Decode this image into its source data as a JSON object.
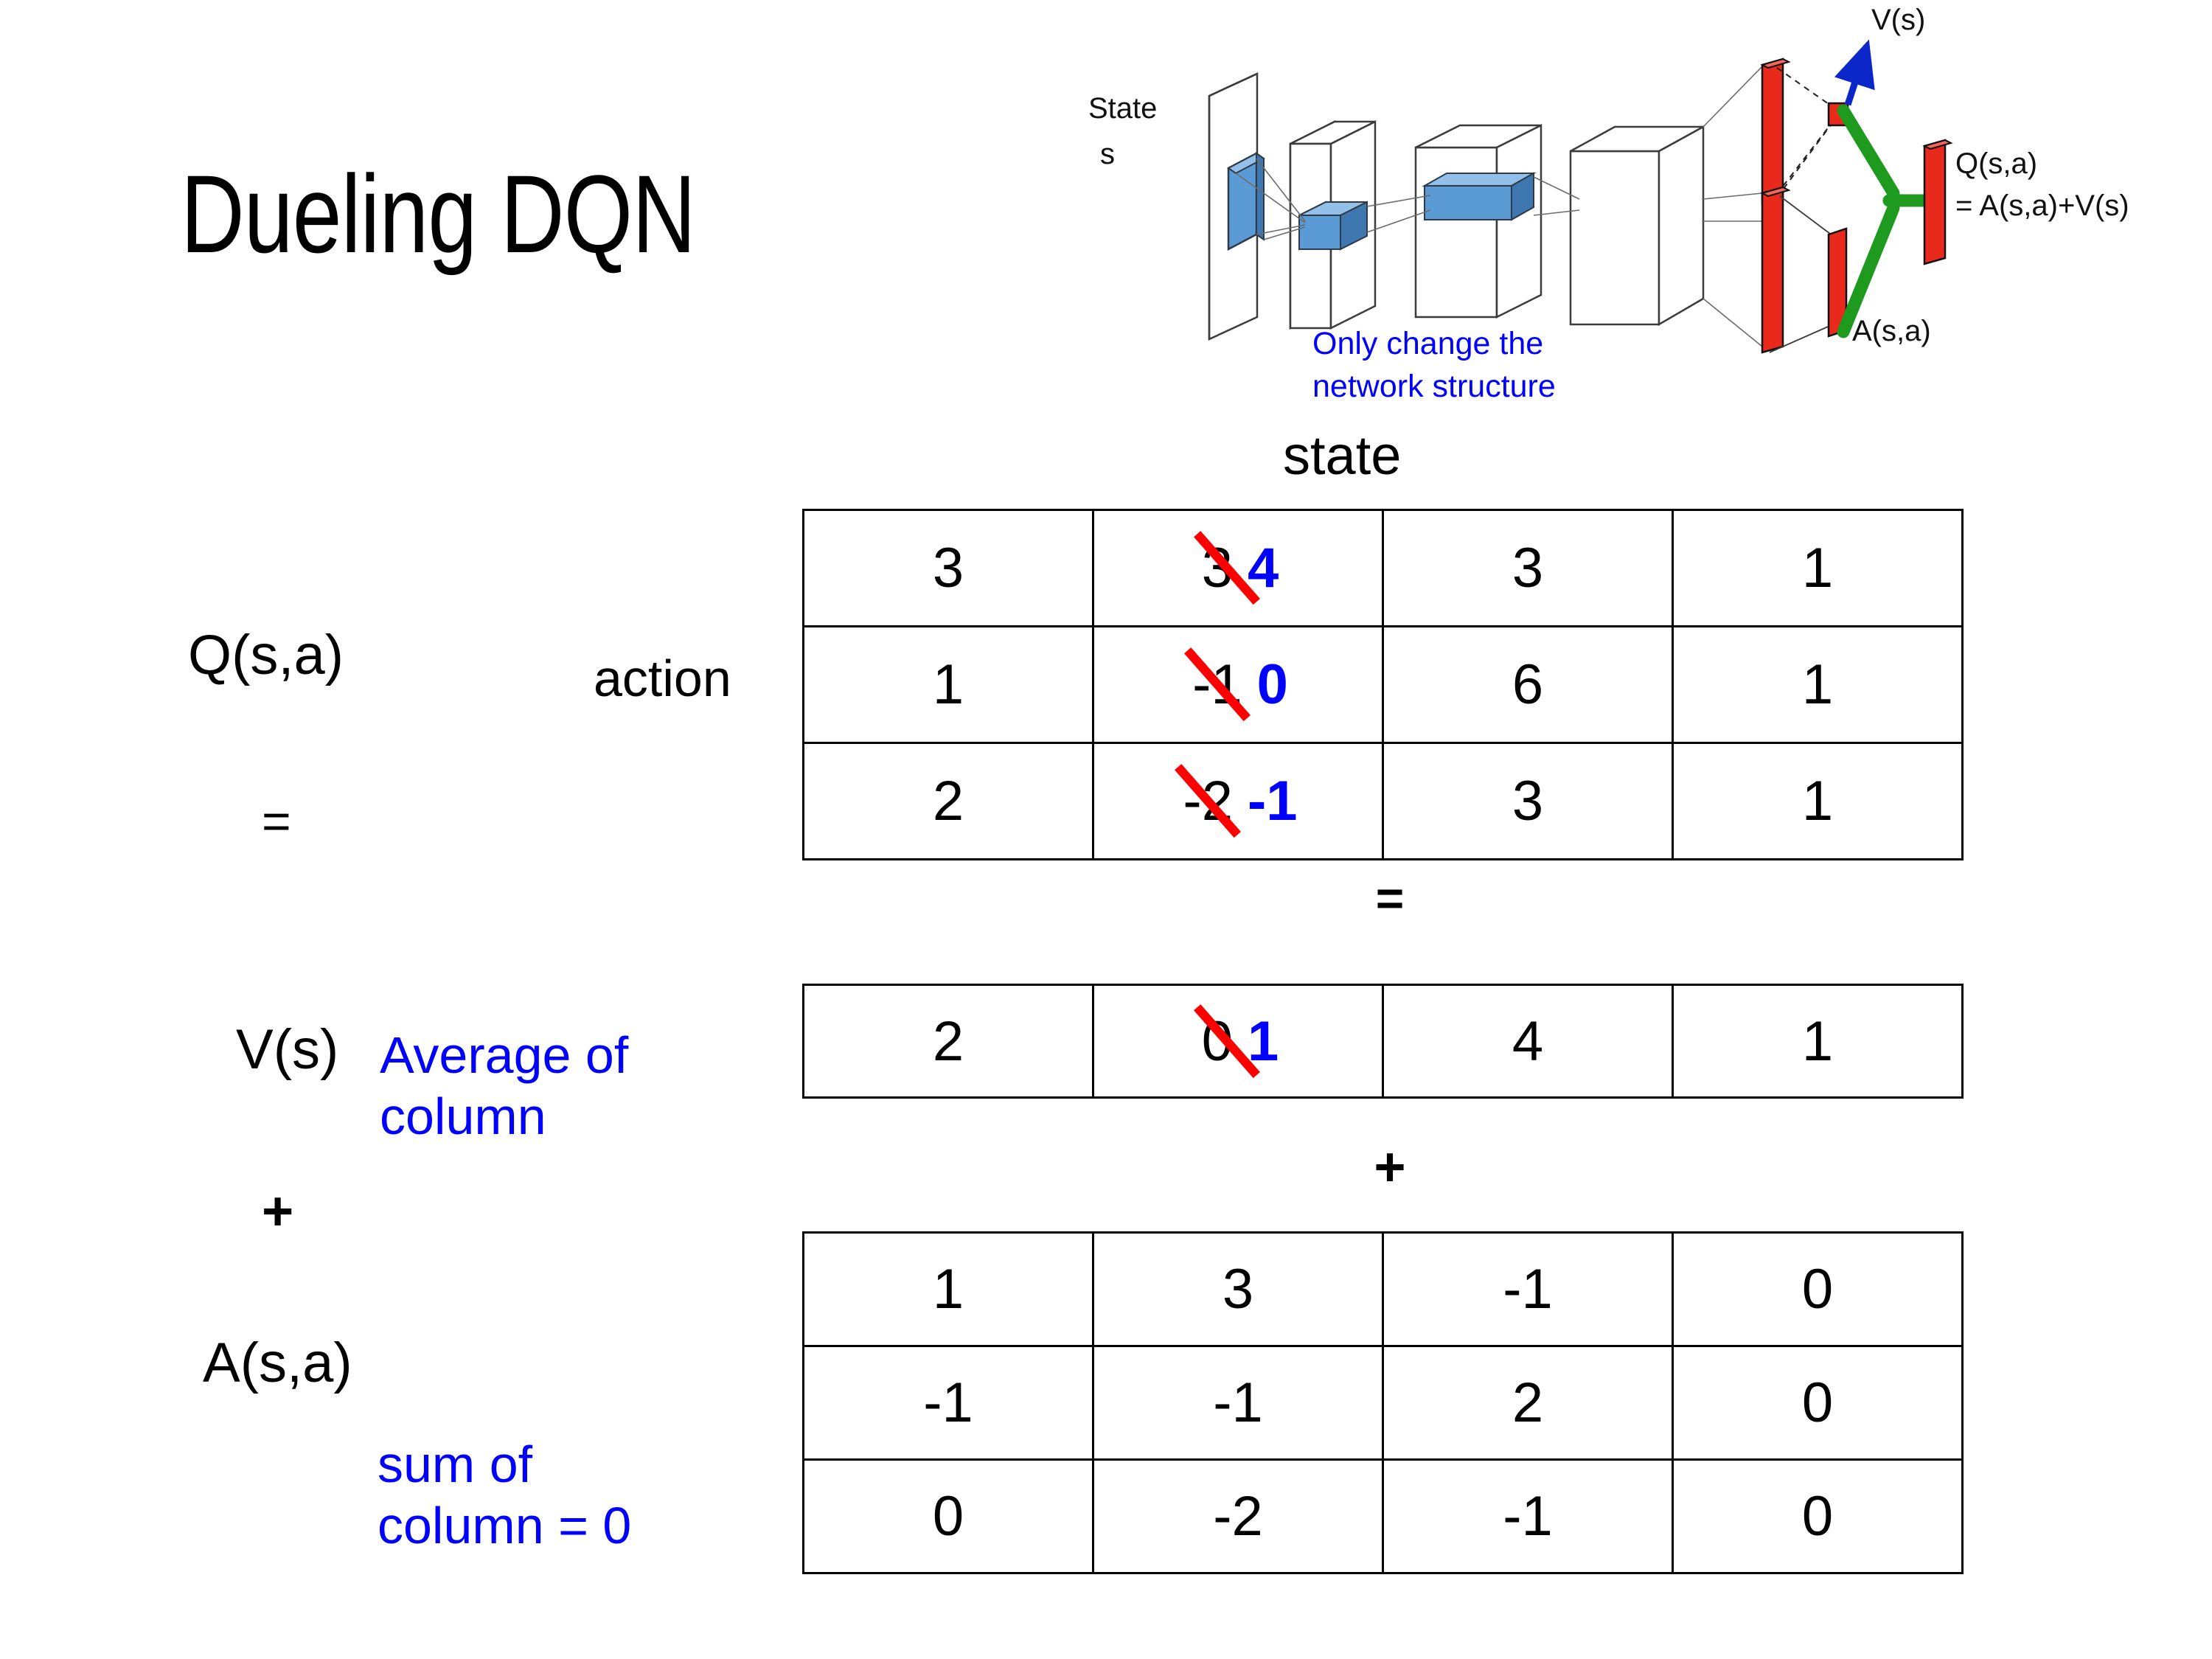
{
  "title": "Dueling DQN",
  "diagram": {
    "input_label_line1": "State",
    "input_label_line2": "s",
    "note": "Only change the\nnetwork structure",
    "note_line1": "Only change the",
    "note_line2": "network structure",
    "value_head_label": "V(s)",
    "advantage_head_label": "A(s,a)",
    "output_label_line1": "Q(s,a)",
    "output_label_line2": "= A(s,a)+V(s)",
    "colors": {
      "note": "#0000FF",
      "arrow": "#0000CC",
      "bars": "#E8291B",
      "combine": "#1E9A1E",
      "slab": "#5B9BD5"
    }
  },
  "axes": {
    "column_header": "state",
    "row_header": "action"
  },
  "left_labels": {
    "q": "Q(s,a)",
    "equals_1": "=",
    "v": "V(s)",
    "plus_1": "+",
    "a": "A(s,a)"
  },
  "annotations": {
    "average_line1": "Average of",
    "average_line2": "column",
    "sum_line1": "sum of",
    "sum_line2": "column = 0",
    "color": "#0000FF"
  },
  "operators": {
    "equals_between_q_and_v": "=",
    "plus_between_v_and_a": "+"
  },
  "chart_data": {
    "type": "table",
    "title": "Dueling DQN: Q(s,a) = V(s) + A(s,a)",
    "xlabel": "state",
    "ylabel": "action",
    "edit_color": "#0000FF",
    "strike_color": "#FF0000",
    "tables": [
      {
        "name": "Q(s,a)",
        "rows": [
          [
            {
              "value": "3"
            },
            {
              "value": "3",
              "edited": true,
              "new_value": "4"
            },
            {
              "value": "3"
            },
            {
              "value": "1"
            }
          ],
          [
            {
              "value": "1"
            },
            {
              "value": "-1",
              "edited": true,
              "new_value": "0"
            },
            {
              "value": "6"
            },
            {
              "value": "1"
            }
          ],
          [
            {
              "value": "2"
            },
            {
              "value": "-2",
              "edited": true,
              "new_value": "-1"
            },
            {
              "value": "3"
            },
            {
              "value": "1"
            }
          ]
        ]
      },
      {
        "name": "V(s)",
        "rows": [
          [
            {
              "value": "2"
            },
            {
              "value": "0",
              "edited": true,
              "new_value": "1"
            },
            {
              "value": "4"
            },
            {
              "value": "1"
            }
          ]
        ]
      },
      {
        "name": "A(s,a)",
        "rows": [
          [
            {
              "value": "1"
            },
            {
              "value": "3"
            },
            {
              "value": "-1"
            },
            {
              "value": "0"
            }
          ],
          [
            {
              "value": "-1"
            },
            {
              "value": "-1"
            },
            {
              "value": "2"
            },
            {
              "value": "0"
            }
          ],
          [
            {
              "value": "0"
            },
            {
              "value": "-2"
            },
            {
              "value": "-1"
            },
            {
              "value": "0"
            }
          ]
        ]
      }
    ]
  }
}
